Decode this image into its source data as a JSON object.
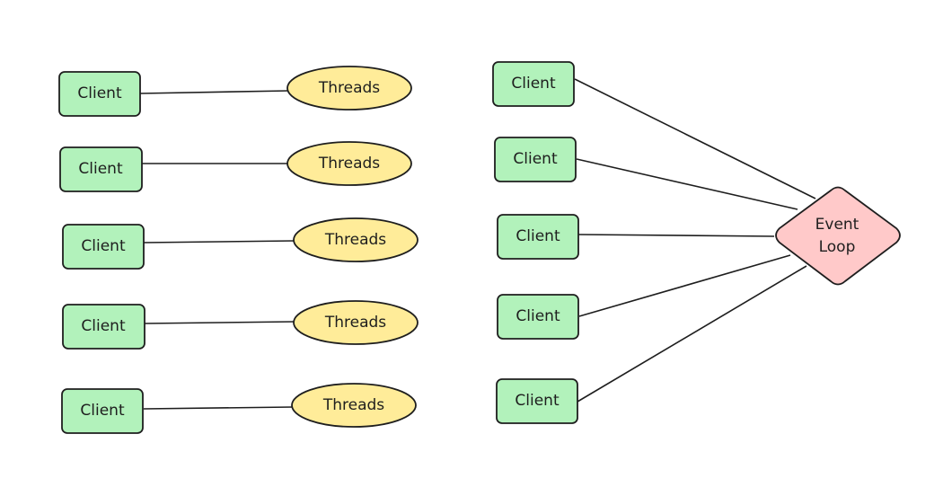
{
  "colors": {
    "client_fill": "#b2f2bb",
    "thread_fill": "#ffec99",
    "event_loop_fill": "#ffc9c9",
    "stroke": "#1e1e1e"
  },
  "left_diagram": {
    "pairs": [
      {
        "client": "Client",
        "thread": "Threads"
      },
      {
        "client": "Client",
        "thread": "Threads"
      },
      {
        "client": "Client",
        "thread": "Threads"
      },
      {
        "client": "Client",
        "thread": "Threads"
      },
      {
        "client": "Client",
        "thread": "Threads"
      }
    ]
  },
  "right_diagram": {
    "clients": [
      "Client",
      "Client",
      "Client",
      "Client",
      "Client"
    ],
    "event_loop": {
      "line1": "Event",
      "line2": "Loop"
    }
  }
}
